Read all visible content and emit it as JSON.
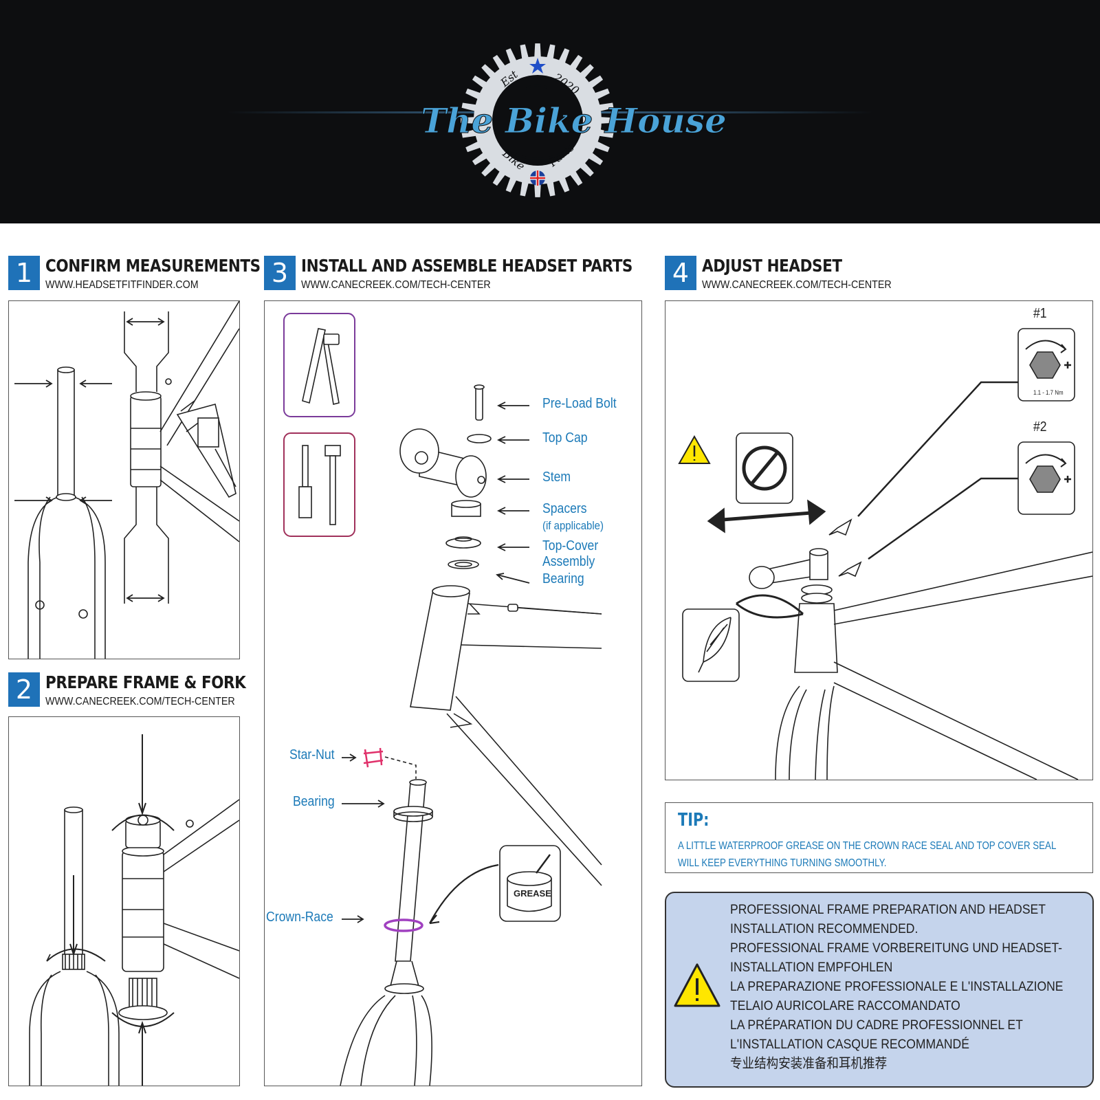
{
  "banner": {
    "logo_text": "The Bike House",
    "est_text": "Est",
    "year_text": "2020",
    "bike_text": "Bike",
    "parts_text": "Parts"
  },
  "steps": [
    {
      "num": "1",
      "title": "CONFIRM MEASUREMENTS",
      "url": "WWW.HEADSETFITFINDER.COM"
    },
    {
      "num": "2",
      "title": "PREPARE FRAME & FORK",
      "url": "WWW.CANECREEK.COM/TECH-CENTER"
    },
    {
      "num": "3",
      "title": "INSTALL AND ASSEMBLE HEADSET PARTS",
      "url": "WWW.CANECREEK.COM/TECH-CENTER"
    },
    {
      "num": "4",
      "title": "ADJUST HEADSET",
      "url": "WWW.CANECREEK.COM/TECH-CENTER"
    }
  ],
  "step3_labels": {
    "preload_bolt": "Pre-Load Bolt",
    "top_cap": "Top Cap",
    "stem": "Stem",
    "spacers": "Spacers",
    "spacers_note": "(if applicable)",
    "top_cover": "Top-Cover",
    "assembly": "Assembly",
    "bearing_top": "Bearing",
    "star_nut": "Star-Nut",
    "bearing_bottom": "Bearing",
    "crown_race": "Crown-Race",
    "grease": "GREASE"
  },
  "step4_labels": {
    "torque1": "#1",
    "torque2": "#2",
    "torque_spec": "1.1 - 1.7 Nm"
  },
  "tip": {
    "title": "TIP:",
    "line1": "A LITTLE WATERPROOF GREASE ON THE CROWN RACE SEAL AND TOP COVER SEAL",
    "line2": "WILL KEEP EVERYTHING TURNING SMOOTHLY."
  },
  "warning": {
    "lines": [
      "PROFESSIONAL FRAME PREPARATION AND HEADSET",
      "INSTALLATION RECOMMENDED.",
      "PROFESSIONAL FRAME VORBEREITUNG UND HEADSET-",
      "INSTALLATION EMPFOHLEN",
      "LA PREPARAZIONE PROFESSIONALE E L'INSTALLAZIONE",
      "TELAIO AURICOLARE RACCOMANDATO",
      "LA PRÉPARATION DU CADRE PROFESSIONNEL ET",
      "L'INSTALLATION CASQUE RECOMMANDÉ",
      "专业结构安装准备和耳机推荐"
    ]
  },
  "colors": {
    "accent_blue": "#1f72b8",
    "label_blue": "#1c7ab8",
    "warning_bg": "#c5d4ec",
    "banner_bg": "#0d0e10",
    "logo_blue": "#4aa3d8",
    "star_nut_pink": "#e0306a",
    "crown_race_purple": "#a040c0"
  }
}
